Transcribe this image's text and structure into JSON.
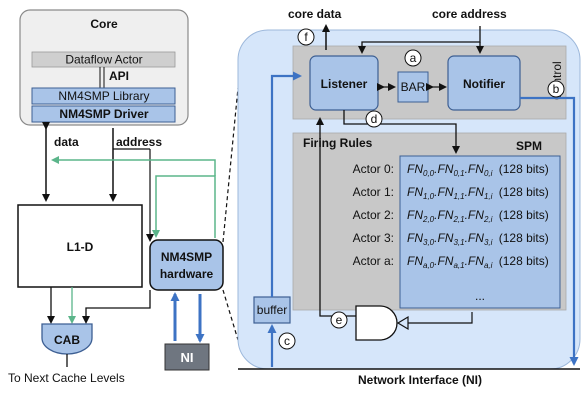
{
  "core": {
    "title": "Core",
    "dataflow_actor": "Dataflow Actor",
    "api": "API",
    "library": "NM4SMP Library",
    "driver": "NM4SMP Driver",
    "data_label": "data",
    "address_label": "address"
  },
  "cache": {
    "l1d": "L1-D",
    "cab": "CAB",
    "next_levels": "To Next Cache Levels"
  },
  "hw": {
    "line1": "NM4SMP",
    "line2": "hardware",
    "ni": "NI",
    "buffer": "buffer"
  },
  "detail": {
    "core_data": "core data",
    "core_address": "core address",
    "listener": "Listener",
    "notifier": "Notifier",
    "bar": "BAR",
    "control": "Control",
    "firing_rules": "Firing Rules",
    "spm": "SPM",
    "network_interface": "Network Interface (NI)",
    "actors": [
      "Actor 0:",
      "Actor 1:",
      "Actor 2:",
      "Actor 3:",
      "Actor a:"
    ],
    "rules": [
      {
        "a": "0,0",
        "b": "0,1",
        "c": "0,i",
        "bits": "(128 bits)"
      },
      {
        "a": "1,0",
        "b": "1,1",
        "c": "1,i",
        "bits": "(128 bits)"
      },
      {
        "a": "2,0",
        "b": "2,1",
        "c": "2,i",
        "bits": "(128 bits)"
      },
      {
        "a": "3,0",
        "b": "3,1",
        "c": "3,i",
        "bits": "(128 bits)"
      },
      {
        "a": "a,0",
        "b": "a,1",
        "c": "a,i",
        "bits": "(128 bits)"
      }
    ],
    "ellipsis": "...",
    "markers": [
      "a",
      "b",
      "c",
      "d",
      "e",
      "f"
    ]
  },
  "colors": {
    "box_blue": "#a9c4e8",
    "panel_blue": "#d6e6fa",
    "gray_box": "#cfcfcf",
    "green_arrow": "#5bb58a",
    "blue_arrow": "#3d73c4"
  }
}
